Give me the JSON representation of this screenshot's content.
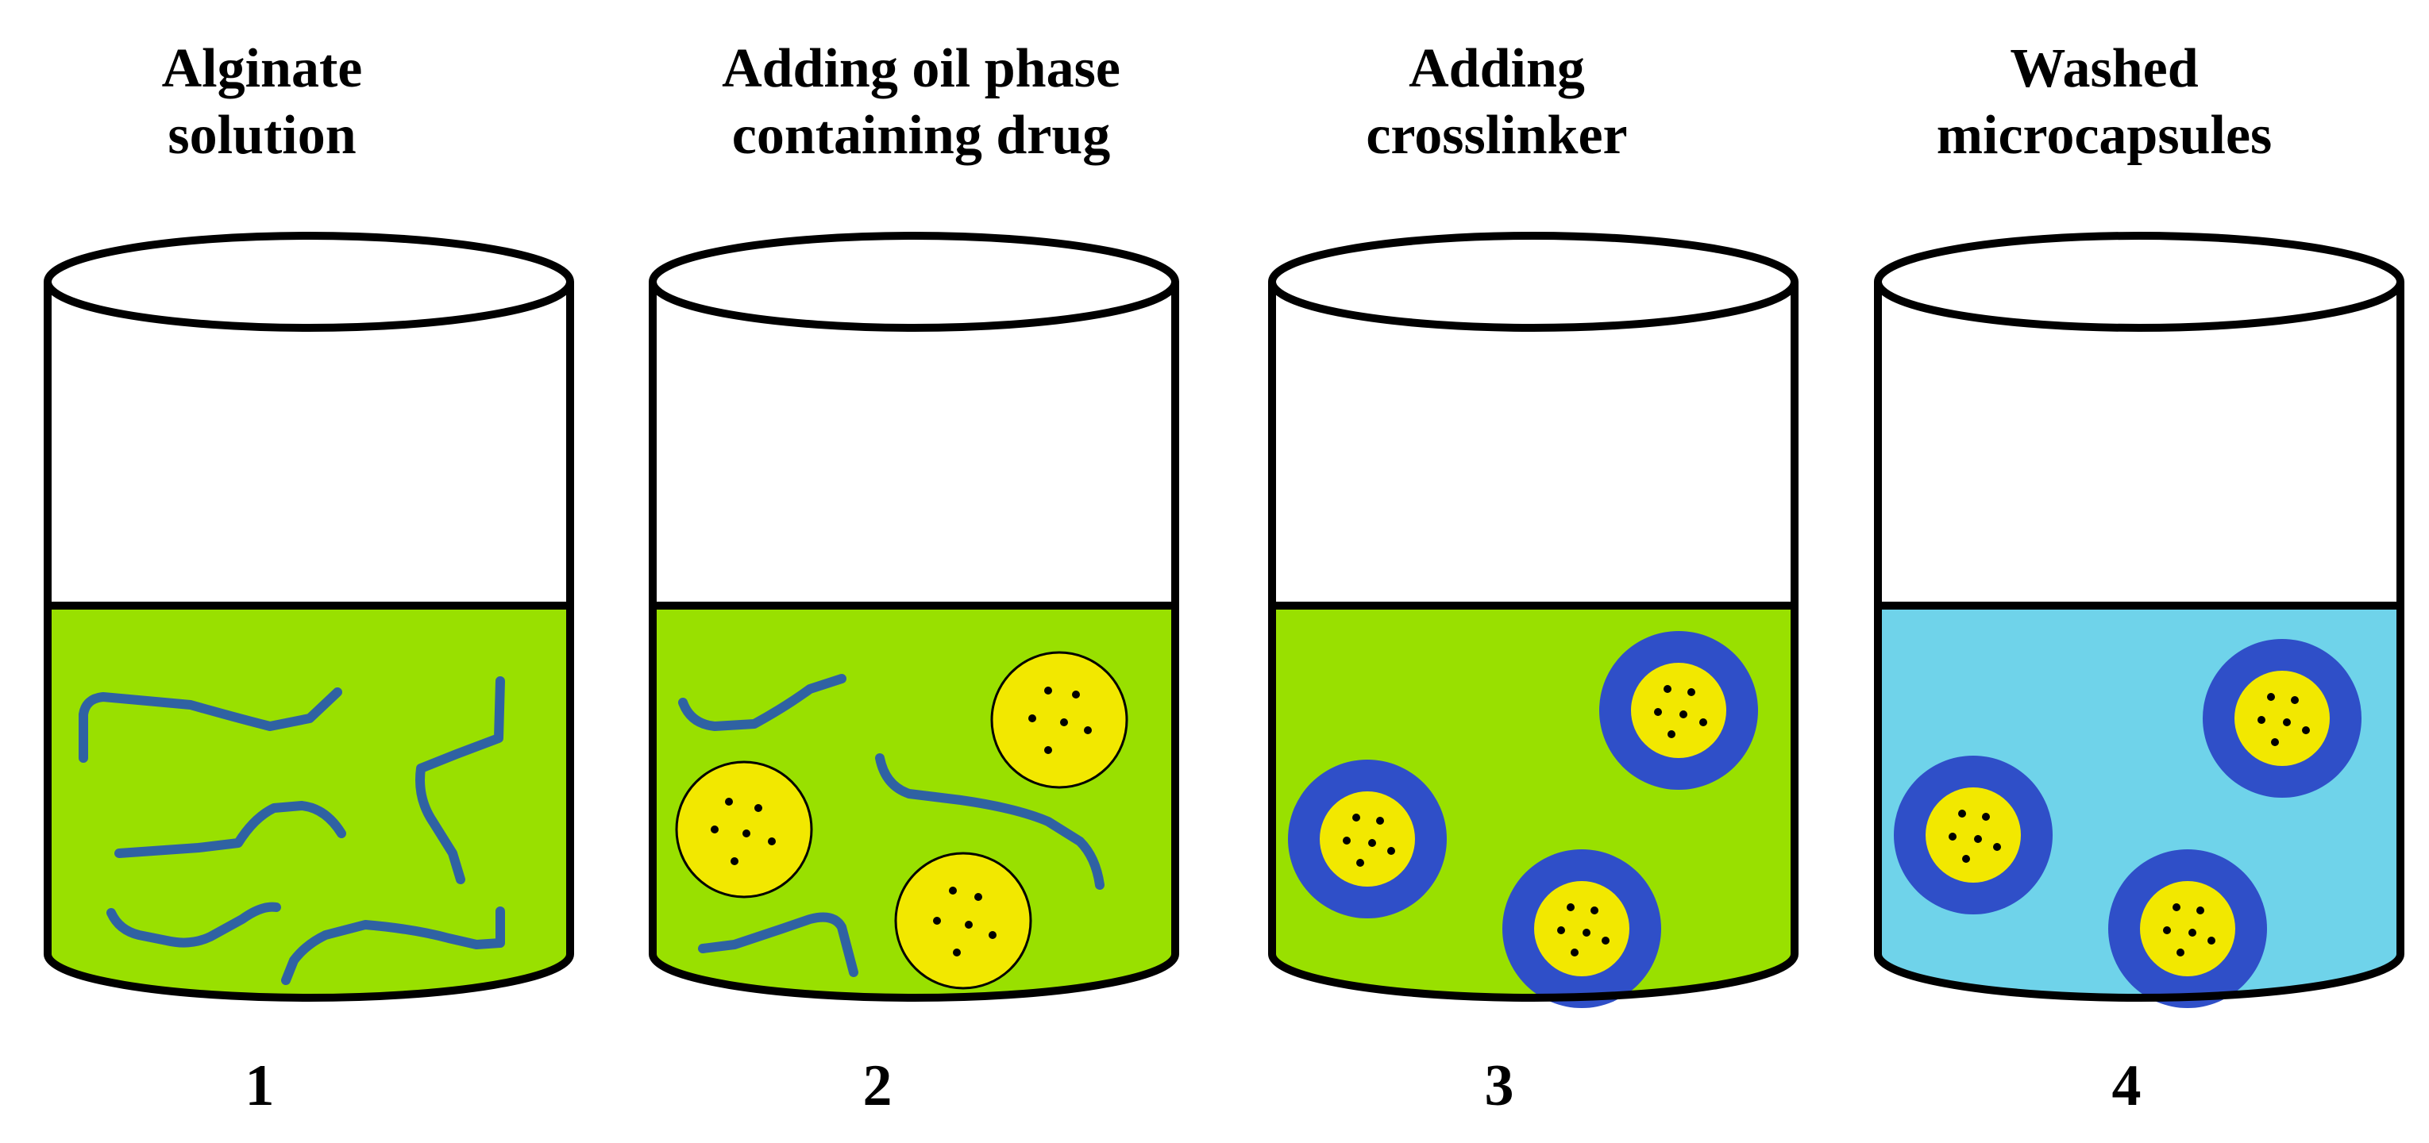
{
  "title": "",
  "steps": [
    {
      "number": "1",
      "title_lines": [
        "Alginate",
        "solution"
      ],
      "liquid": "alginate",
      "contents": [
        "alginate-chains"
      ]
    },
    {
      "number": "2",
      "title_lines": [
        "Adding oil phase",
        "containing drug"
      ],
      "liquid": "alginate",
      "contents": [
        "alginate-chains",
        "oil-droplets-with-drug"
      ]
    },
    {
      "number": "3",
      "title_lines": [
        "Adding",
        "crosslinker"
      ],
      "liquid": "alginate",
      "contents": [
        "crosslinked-microcapsules"
      ]
    },
    {
      "number": "4",
      "title_lines": [
        "Washed",
        "microcapsules"
      ],
      "liquid": "wash",
      "contents": [
        "crosslinked-microcapsules"
      ]
    }
  ],
  "colors": {
    "alginate_solution": "#99e000",
    "wash_solution": "#6fd3ea",
    "alginate_chain": "#2f62a3",
    "oil_droplet": "#f2e800",
    "capsule_shell": "#2f4fc8",
    "drug_dot": "#000000",
    "outline": "#000000"
  },
  "icons": [
    "beaker-icon",
    "alginate-chain-icon",
    "oil-droplet-icon",
    "microcapsule-icon",
    "drug-particle-icon"
  ]
}
